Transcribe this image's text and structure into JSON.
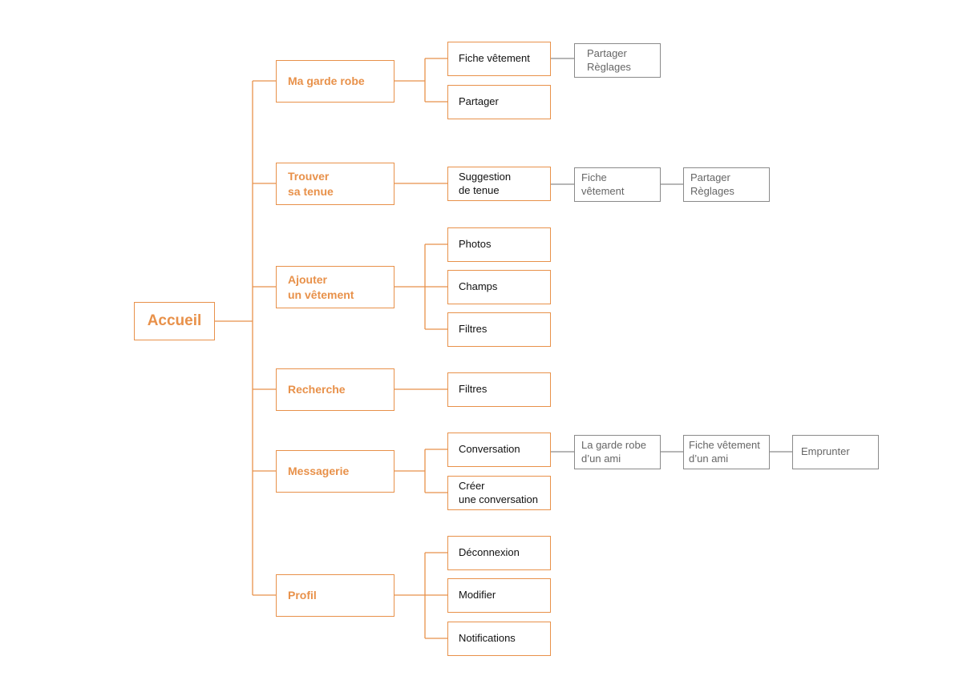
{
  "colors": {
    "primary": "#e8914a",
    "secondary": "#8a8a8a",
    "text": "#111111",
    "muted": "#666666"
  },
  "root": {
    "label": "Accueil"
  },
  "sections": [
    {
      "label": "Ma garde robe",
      "children": [
        {
          "label": "Fiche vêtement",
          "next": [
            {
              "label": "Partager\nRèglages"
            }
          ]
        },
        {
          "label": "Partager"
        }
      ]
    },
    {
      "label": "Trouver\nsa tenue",
      "children": [
        {
          "label": "Suggestion\nde tenue",
          "next": [
            {
              "label": "Fiche\nvêtement"
            },
            {
              "label": "Partager\nRèglages"
            }
          ]
        }
      ]
    },
    {
      "label": "Ajouter\nun vêtement",
      "children": [
        {
          "label": "Photos"
        },
        {
          "label": "Champs"
        },
        {
          "label": "Filtres"
        }
      ]
    },
    {
      "label": "Recherche",
      "children": [
        {
          "label": "Filtres"
        }
      ]
    },
    {
      "label": "Messagerie",
      "children": [
        {
          "label": "Conversation",
          "next": [
            {
              "label": "La garde robe\nd’un ami"
            },
            {
              "label": "Fiche vêtement\nd’un ami"
            },
            {
              "label": "Emprunter"
            }
          ]
        },
        {
          "label": "Créer\nune conversation"
        }
      ]
    },
    {
      "label": "Profil",
      "children": [
        {
          "label": "Déconnexion"
        },
        {
          "label": "Modifier"
        },
        {
          "label": "Notifications"
        }
      ]
    }
  ]
}
